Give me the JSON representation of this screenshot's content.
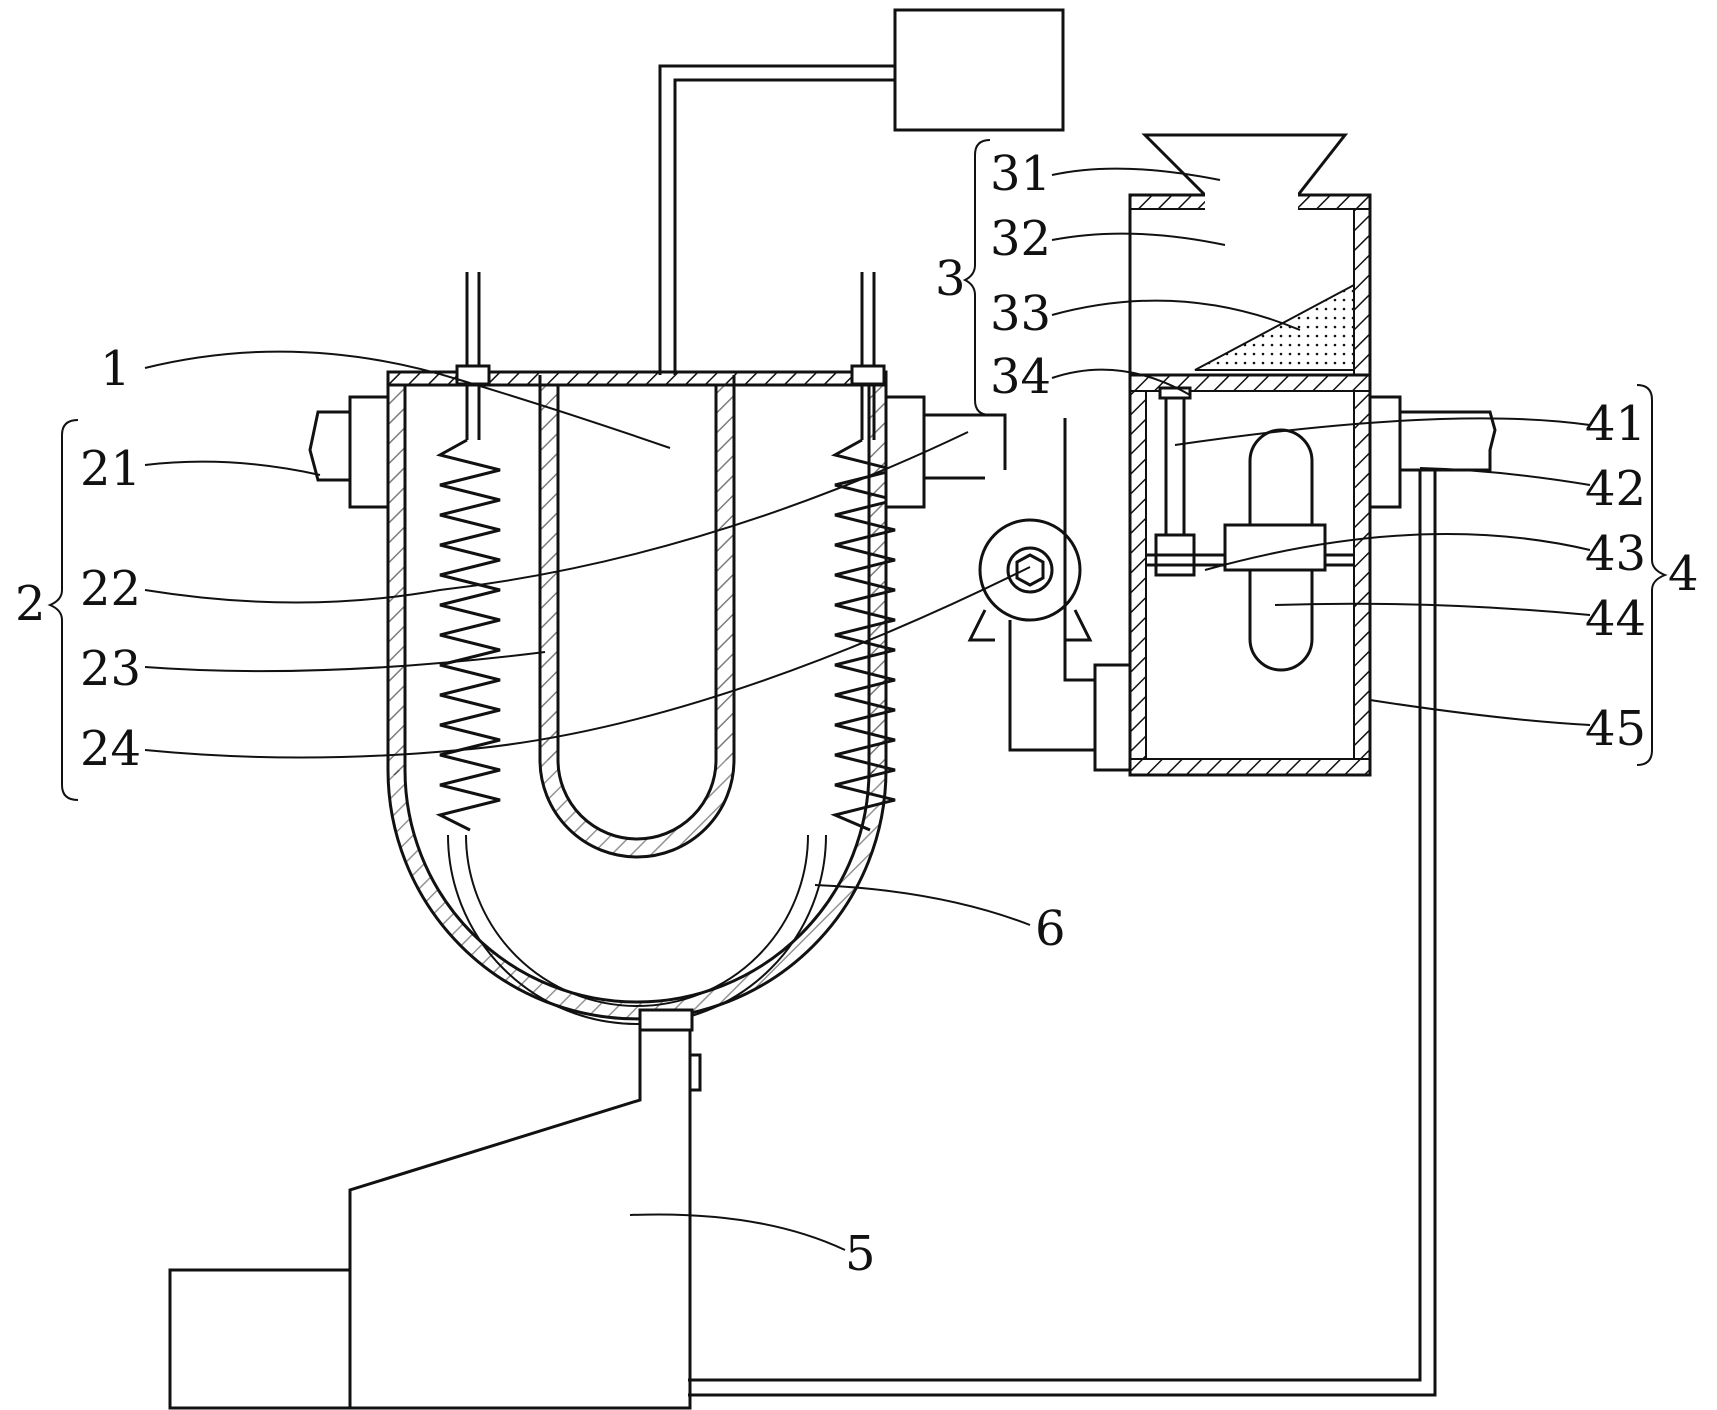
{
  "labels": {
    "l1": "1",
    "l2": "2",
    "l21": "21",
    "l22": "22",
    "l23": "23",
    "l24": "24",
    "l3": "3",
    "l31": "31",
    "l32": "32",
    "l33": "33",
    "l34": "34",
    "l4": "4",
    "l41": "41",
    "l42": "42",
    "l43": "43",
    "l44": "44",
    "l45": "45",
    "l5": "5",
    "l6": "6"
  },
  "colors": {
    "line": "#111111",
    "background": "#ffffff",
    "hatch": "#111111"
  }
}
